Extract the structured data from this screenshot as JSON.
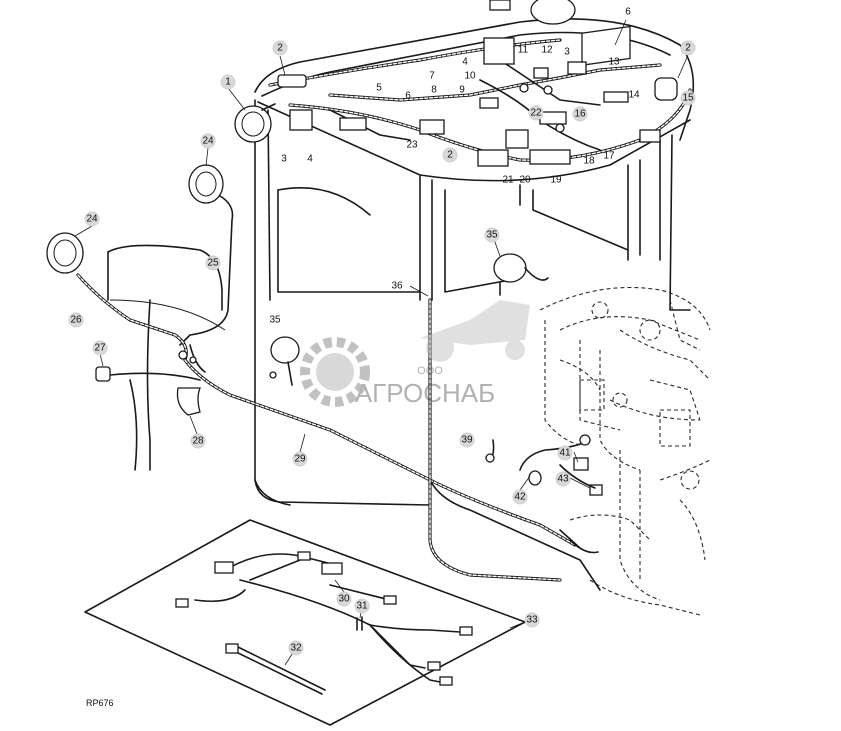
{
  "figure_code": "RP676",
  "watermark": {
    "prefix": "ООО",
    "name": "АГРОСНАБ"
  },
  "callouts": [
    "1",
    "2",
    "3",
    "4",
    "5",
    "6",
    "7",
    "8",
    "9",
    "10",
    "11",
    "12",
    "13",
    "14",
    "15",
    "16",
    "17",
    "18",
    "19",
    "20",
    "21",
    "22",
    "23",
    "24",
    "25",
    "26",
    "27",
    "28",
    "29",
    "30",
    "31",
    "32",
    "33",
    "35",
    "36",
    "39",
    "41",
    "42",
    "43"
  ]
}
